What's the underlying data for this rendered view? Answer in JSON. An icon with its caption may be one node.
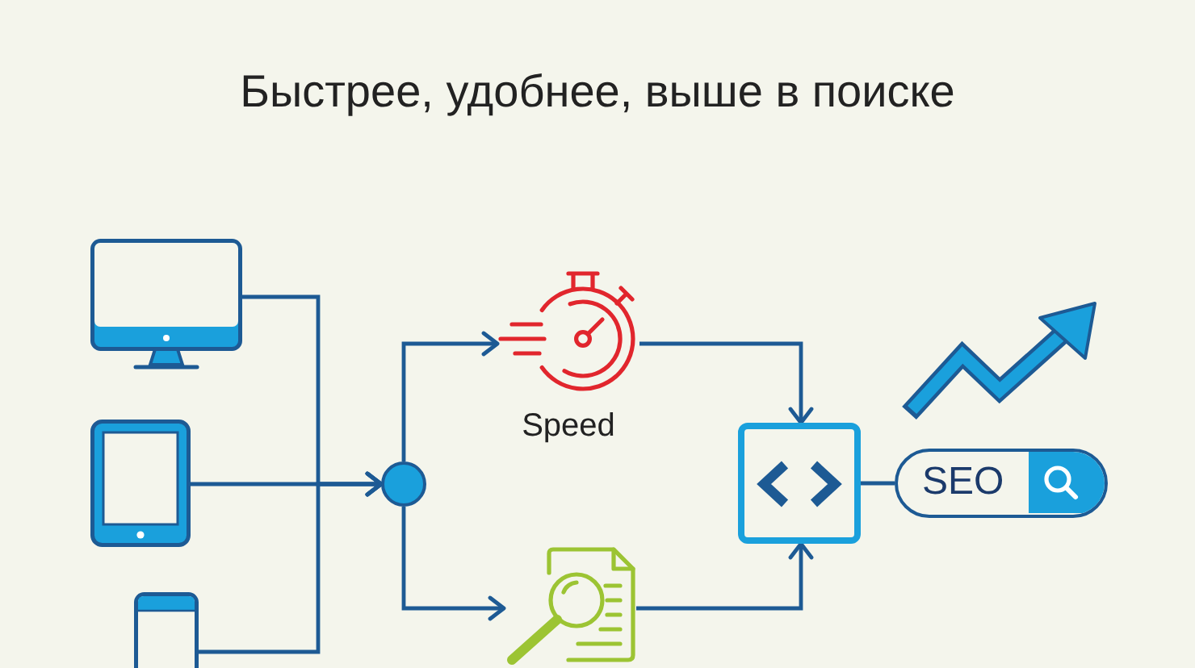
{
  "diagram": {
    "nodes": [
      {
        "text": [],
        "shape": "picture"
      },
      {
        "text": [],
        "shape": "picture"
      },
      {
        "text": [],
        "shape": "picture"
      },
      {
        "text": [],
        "shape": "circle"
      },
      {
        "text": [],
        "shape": "picture",
        "beside": [
          "Speed"
        ]
      },
      {
        "text": [],
        "shape": "picture"
      },
      {
        "text": [],
        "shape": "box"
      },
      {
        "text": [
          "SEO"
        ]
      }
    ],
    "edges": [
      {
        "from": 0,
        "to": 3,
        "arrow": "to"
      },
      {
        "from": 1,
        "to": 3,
        "arrow": "to"
      },
      {
        "from": 2,
        "to": 3,
        "arrow": "to"
      },
      {
        "from": 3,
        "to": 4,
        "arrow": "to"
      },
      {
        "from": 3,
        "to": 5,
        "arrow": "to"
      },
      {
        "from": 4,
        "to": 6,
        "arrow": "to"
      },
      {
        "from": 5,
        "to": 6,
        "arrow": "to"
      },
      {
        "from": 6,
        "to": 7,
        "arrow": "none"
      }
    ],
    "labels": [
      "Быстрее, удобнее, выше в поиске"
    ]
  }
}
